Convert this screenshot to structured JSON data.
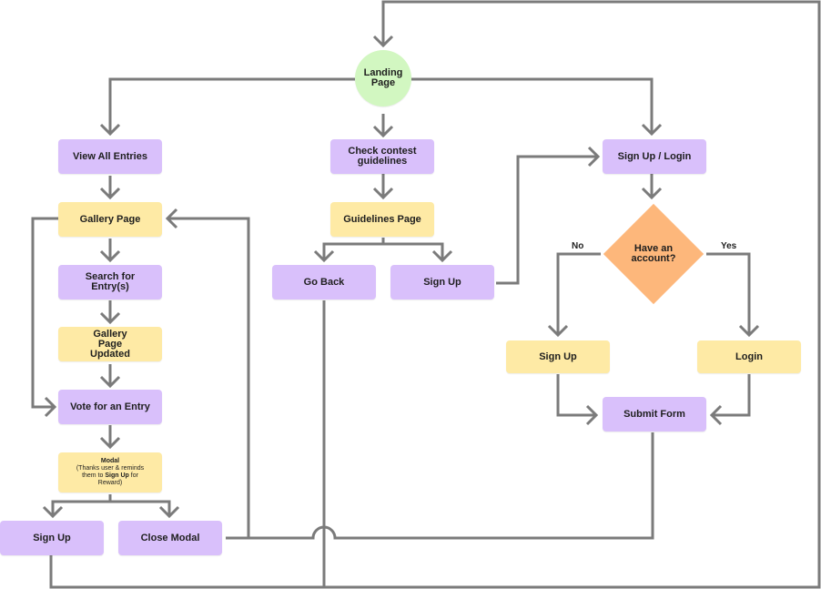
{
  "nodes": {
    "landing": "Landing Page",
    "view_all": "View All Entries",
    "gallery": "Gallery Page",
    "search": "Search for Entry(s)",
    "gallery_updated": "Gallery Page Updated",
    "vote": "Vote for an Entry",
    "modal": {
      "title": "Modal",
      "text_before": "(Thanks user & reminds them to ",
      "text_bold": "Sign Up",
      "text_after": " for Reward)"
    },
    "modal_sign_up": "Sign Up",
    "close_modal": "Close Modal",
    "check_guidelines": "Check contest guidelines",
    "guidelines_page": "Guidelines Page",
    "go_back": "Go Back",
    "guidelines_sign_up": "Sign Up",
    "signup_login": "Sign Up / Login",
    "have_account": "Have an account?",
    "no_sign_up": "Sign Up",
    "login": "Login",
    "submit_form": "Submit Form"
  },
  "edge_labels": {
    "no": "No",
    "yes": "Yes"
  },
  "colors": {
    "action": "#d9c0fb",
    "page": "#feeaa5",
    "start": "#d2f7c1",
    "decision": "#fdb77b",
    "connector": "#7b7b7b"
  }
}
